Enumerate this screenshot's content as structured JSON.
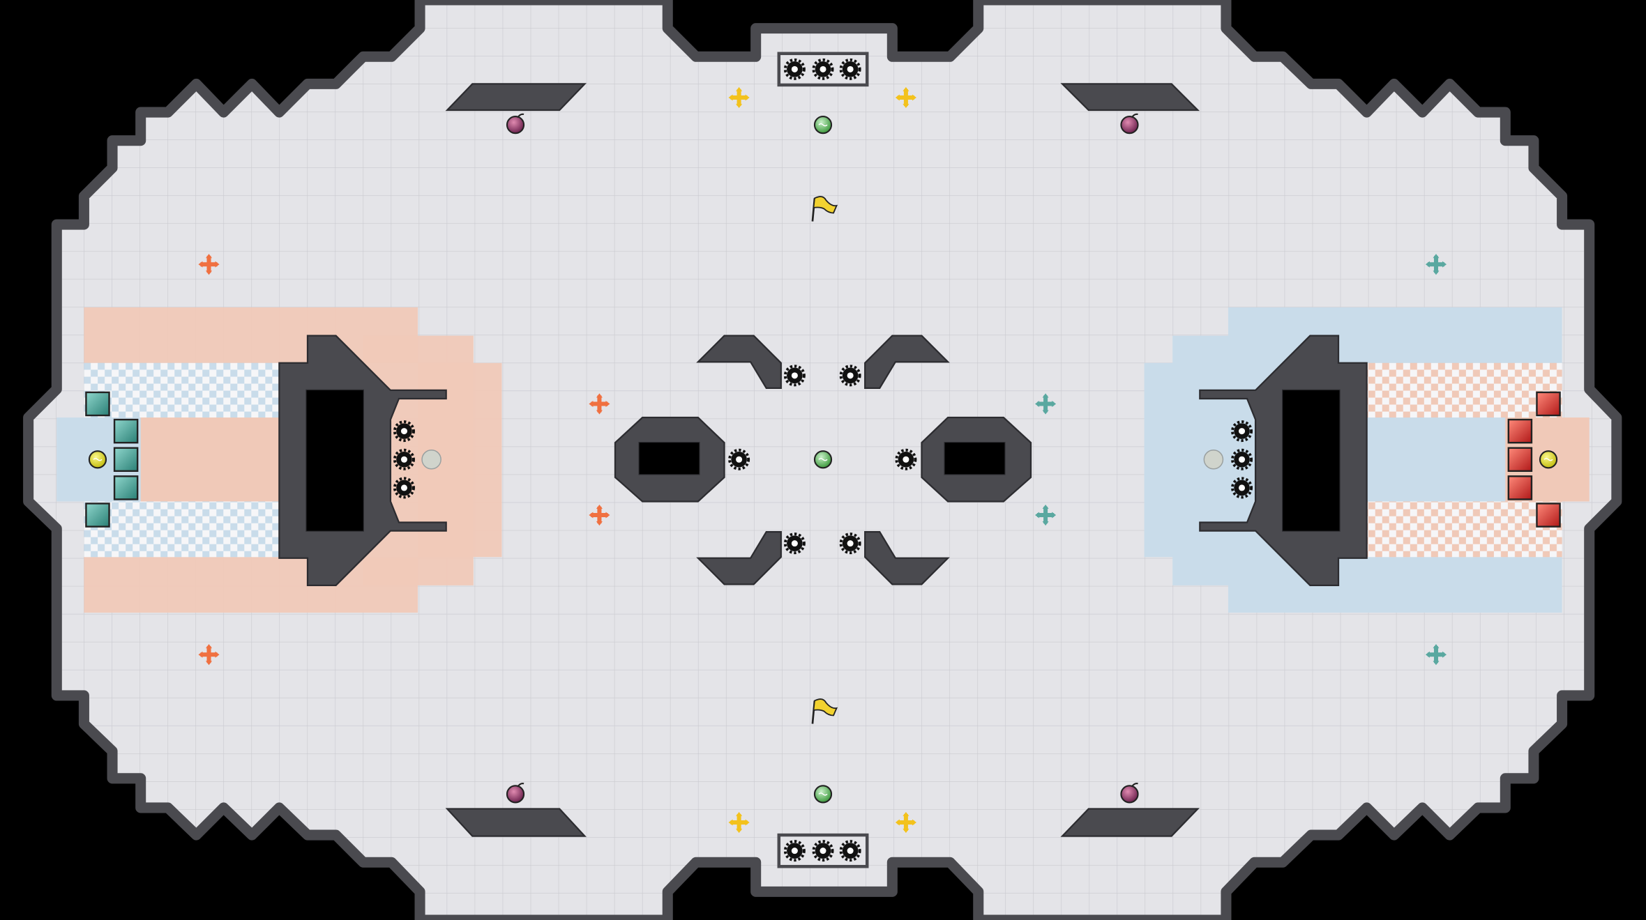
{
  "map": {
    "colors": {
      "background": "#000000",
      "floor": "#e4e4e8",
      "grid": "#c9c9cf",
      "wall_fill": "#4a4a4f",
      "wall_edge": "#2c2c30",
      "red_zone": "#f0c9b8",
      "blue_zone": "#c9dcea",
      "checker_light": "#f6f6f8",
      "orange_marker": "#f07040",
      "teal_marker": "#5aa8a0",
      "yellow_marker": "#f3c21c",
      "flag_yellow": "#f2d230",
      "teal_block": "#3d9c90",
      "red_block": "#e03030",
      "ball_green": "#5fbb5f",
      "ball_yellow": "#e8e21a",
      "bomb_purple": "#9a3e6e",
      "spawn_pad": "#d0d4cc"
    },
    "teams": [
      {
        "name": "red-team",
        "side": "left"
      },
      {
        "name": "blue-team",
        "side": "right"
      }
    ],
    "flags": [
      {
        "id": "flag-top",
        "icon": "flag-icon"
      },
      {
        "id": "flag-bottom",
        "icon": "flag-icon"
      }
    ],
    "icons": {
      "boost": "plus-arrow-icon",
      "spike": "spike-gear-icon",
      "bomb": "bomb-icon",
      "portal": "portal-ball-icon",
      "flag": "flag-icon",
      "gate_block": "gate-block-icon",
      "neutral_pad": "spawn-pad-icon"
    }
  }
}
